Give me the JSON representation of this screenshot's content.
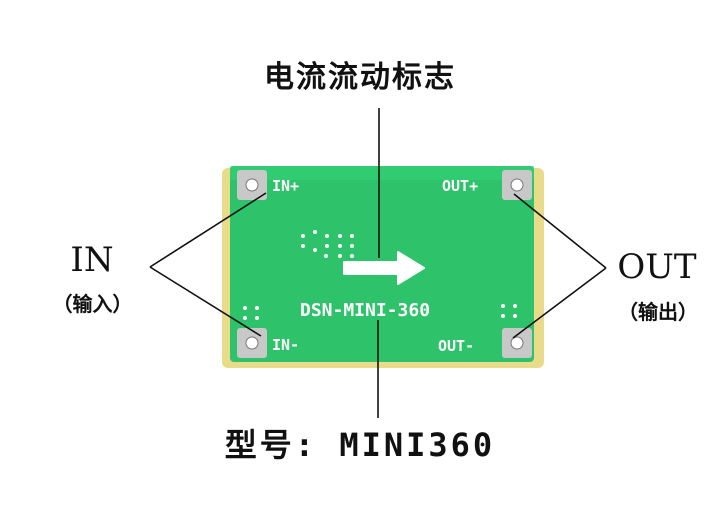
{
  "title": "电流流动标志",
  "input": {
    "label": "IN",
    "sublabel": "（输入）"
  },
  "output": {
    "label": "OUT",
    "sublabel": "（输出）"
  },
  "model": "型号: MINI360",
  "board": {
    "silkscreen_name": "DSN-MINI-360",
    "pads": {
      "in_plus": "IN+",
      "in_minus": "IN-",
      "out_plus": "OUT+",
      "out_minus": "OUT-"
    },
    "colors": {
      "pcb": "#2ec36a",
      "pcb_edge": "#e8dc8a",
      "silk": "#ffffff",
      "pad": "#c8c8c8"
    }
  }
}
